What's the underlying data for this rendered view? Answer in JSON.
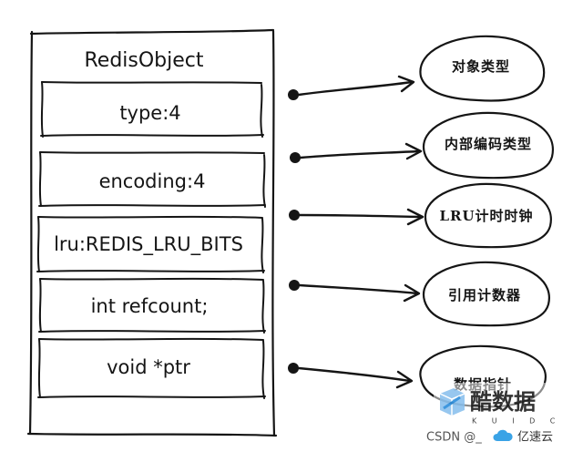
{
  "struct": {
    "title": "RedisObject",
    "fields": [
      {
        "label": "type:4"
      },
      {
        "label": "encoding:4"
      },
      {
        "label": "lru:REDIS_LRU_BITS"
      },
      {
        "label": "int refcount;"
      },
      {
        "label": "void *ptr"
      }
    ]
  },
  "bubbles": [
    {
      "label": "对象类型"
    },
    {
      "label": "内部编码类型"
    },
    {
      "label": "LRU计时时钟"
    },
    {
      "label": "引用计数器"
    },
    {
      "label": "数据指针"
    }
  ],
  "watermark": {
    "site_name": "酷数据",
    "site_sub": "K U I D C",
    "csdn": "CSDN @_",
    "partner": "亿速云"
  },
  "colors": {
    "ink": "#151515",
    "watermark_blue": "#2f8fdc",
    "watermark_cloud": "#3aa3e6"
  }
}
